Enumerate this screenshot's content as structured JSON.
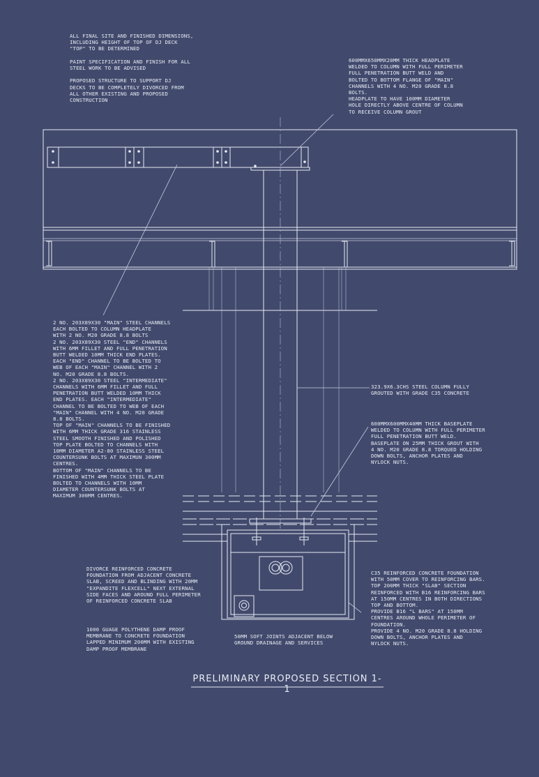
{
  "notes": {
    "general": [
      "ALL FINAL SITE AND FINISHED DIMENSIONS,",
      "INCLUDING HEIGHT OF TOP OF DJ DECK",
      "\"TOP\" TO BE DETERMINED",
      "",
      "PAINT SPECIFICATION AND FINISH FOR ALL",
      "STEEL WORK TO BE ADVISED",
      "",
      "PROPOSED STRUCTURE TO SUPPORT DJ",
      "DECKS TO BE COMPLETELY DIVORCED FROM",
      "ALL OTHER EXISTING AND PROPOSED",
      "CONSTRUCTION"
    ],
    "headplate": [
      "600mmx650mmx20mm THICK HEADPLATE",
      "WELDED TO COLUMN WITH FULL PERIMETER",
      "FULL PENETRATION BUTT WELD AND",
      "BOLTED TO BOTTOM FLANGE OF \"MAIN\"",
      "CHANNELS WITH 4 No. M20 GRADE 8.8",
      "BOLTS.",
      "HEADPLATE TO HAVE 100mm DIAMETER",
      "HOLE DIRECTLY ABOVE CENTRE OF COLUMN",
      "TO RECEIVE COLUMN GROUT"
    ],
    "channels": [
      "2 NO. 203x89x30 \"MAIN\" STEEL CHANNELS",
      "EACH BOLTED TO COLUMN HEADPLATE",
      "WITH 2 NO. M20 GRADE 8.8 BOLTS",
      "2 NO. 203x89x30 STEEL \"END\" CHANNELS",
      "WITH 6mm FILLET AND FULL PENETRATION",
      "BUTT WELDED 10mm THICK END PLATES.",
      "EACH \"END\" CHANNEL TO BE BOLTED TO",
      "WEB OF EACH \"MAIN\" CHANNEL WITH 2",
      "NO. M20 GRADE 8.8 BOLTS.",
      "2 NO. 203x89x30 STEEL \"INTERMEDIATE\"",
      "CHANNELS WITH 6mm FILLET AND FULL",
      "PENETRATION BUTT WELDED 10mm THICK",
      "END PLATES. EACH \"INTERMEDIATE\"",
      "CHANNEL TO BE BOLTED TO WEB OF EACH",
      "\"MAIN\" CHANNEL WITH 4 NO. M20 GRADE",
      "8.8 BOLTS.",
      "TOP OF \"MAIN\" CHANNELS TO BE FINISHED",
      "WITH 6mm THICK GRADE 316 STAINLESS",
      "STEEL SMOOTH FINISHED AND POLISHED",
      "TOP PLATE BOLTED TO CHANNELS WITH",
      "10mm DIAMETER A2-80 STAINLESS STEEL",
      "COUNTERSUNK BOLTS AT MAXIMUN 300mm",
      "CENTRES.",
      "BOTTOM OF \"MAIN\" CHANNELS TO BE",
      "FINISHED WITH 4mm THICK STEEL PLATE",
      "BOLTED TO CHANNELS WITH 10mm",
      "DIAMETER COUNTERSUNK BOLTS AT",
      "MAXIMUM 300mm CENTRES."
    ],
    "column": [
      "323.9x6.3CHS STEEL COLUMN FULLY",
      "GROUTED WITH GRADE C35 CONCRETE"
    ],
    "baseplate": [
      "600mmx600mmx40mm THICK BASEPLATE",
      "WELDED TO COLUMN WITH FULL PERIMETER",
      "FULL PENETRATION BUTT WELD.",
      "BASEPLATE ON 25mm THICK GROUT WITH",
      "4 No. M20 GRADE 8.8 TORQUED HOLDING",
      "DOWN BOLTS, ANCHOR PLATES AND",
      "NYLOCK NUTS."
    ],
    "divorce": [
      "DIVORCE REINFORCED CONCRETE",
      "FOUNDATION FROM ADJACENT CONCRETE",
      "SLAB, SCREED AND BLINDING WITH 20mm",
      "\"EXPANDITE FLEXCELL\" NEXT EXTERNAL",
      "SIDE FACES AND AROUND FULL PERIMETER",
      "OF REINFORCED CONCRETE SLAB"
    ],
    "foundation": [
      "C35 REINFORCED CONCRETE FOUNDATION",
      "WITH 50mm COVER TO REINFORCING BARS.",
      "TOP 200mm THICK \"SLAB\" SECTION",
      "REINFORCED WITH B16 REINFORCING BARS",
      "AT 150mm CENTRES IN BOTH DIRECTIONS",
      "TOP AND BOTTOM.",
      "PROVIDE B16 \"L BARS\" AT 150mm",
      "CENTRES AROUND WHOLE PERIMETER OF",
      "FOUNDATION.",
      "PROVIDE 4 No. M20 GRADE 8.8 HOLDING",
      "DOWN BOLTS, ANCHOR PLATES AND",
      "NYLOCK NUTS."
    ],
    "dpm": [
      "1000 GUAGE POLYTHENE DAMP PROOF",
      "MEMBRANE TO CONCRETE FOUNDATION",
      "LAPPED MINIMUM 200mm WITH EXISTING",
      "DAMP PROOF MEMBRANE"
    ],
    "joints": [
      "50mm SOFT JOINTS ADJACENT BELOW",
      "GROUND DRAINAGE AND SERVICES"
    ]
  },
  "title": "PRELIMINARY PROPOSED SECTION 1-1"
}
